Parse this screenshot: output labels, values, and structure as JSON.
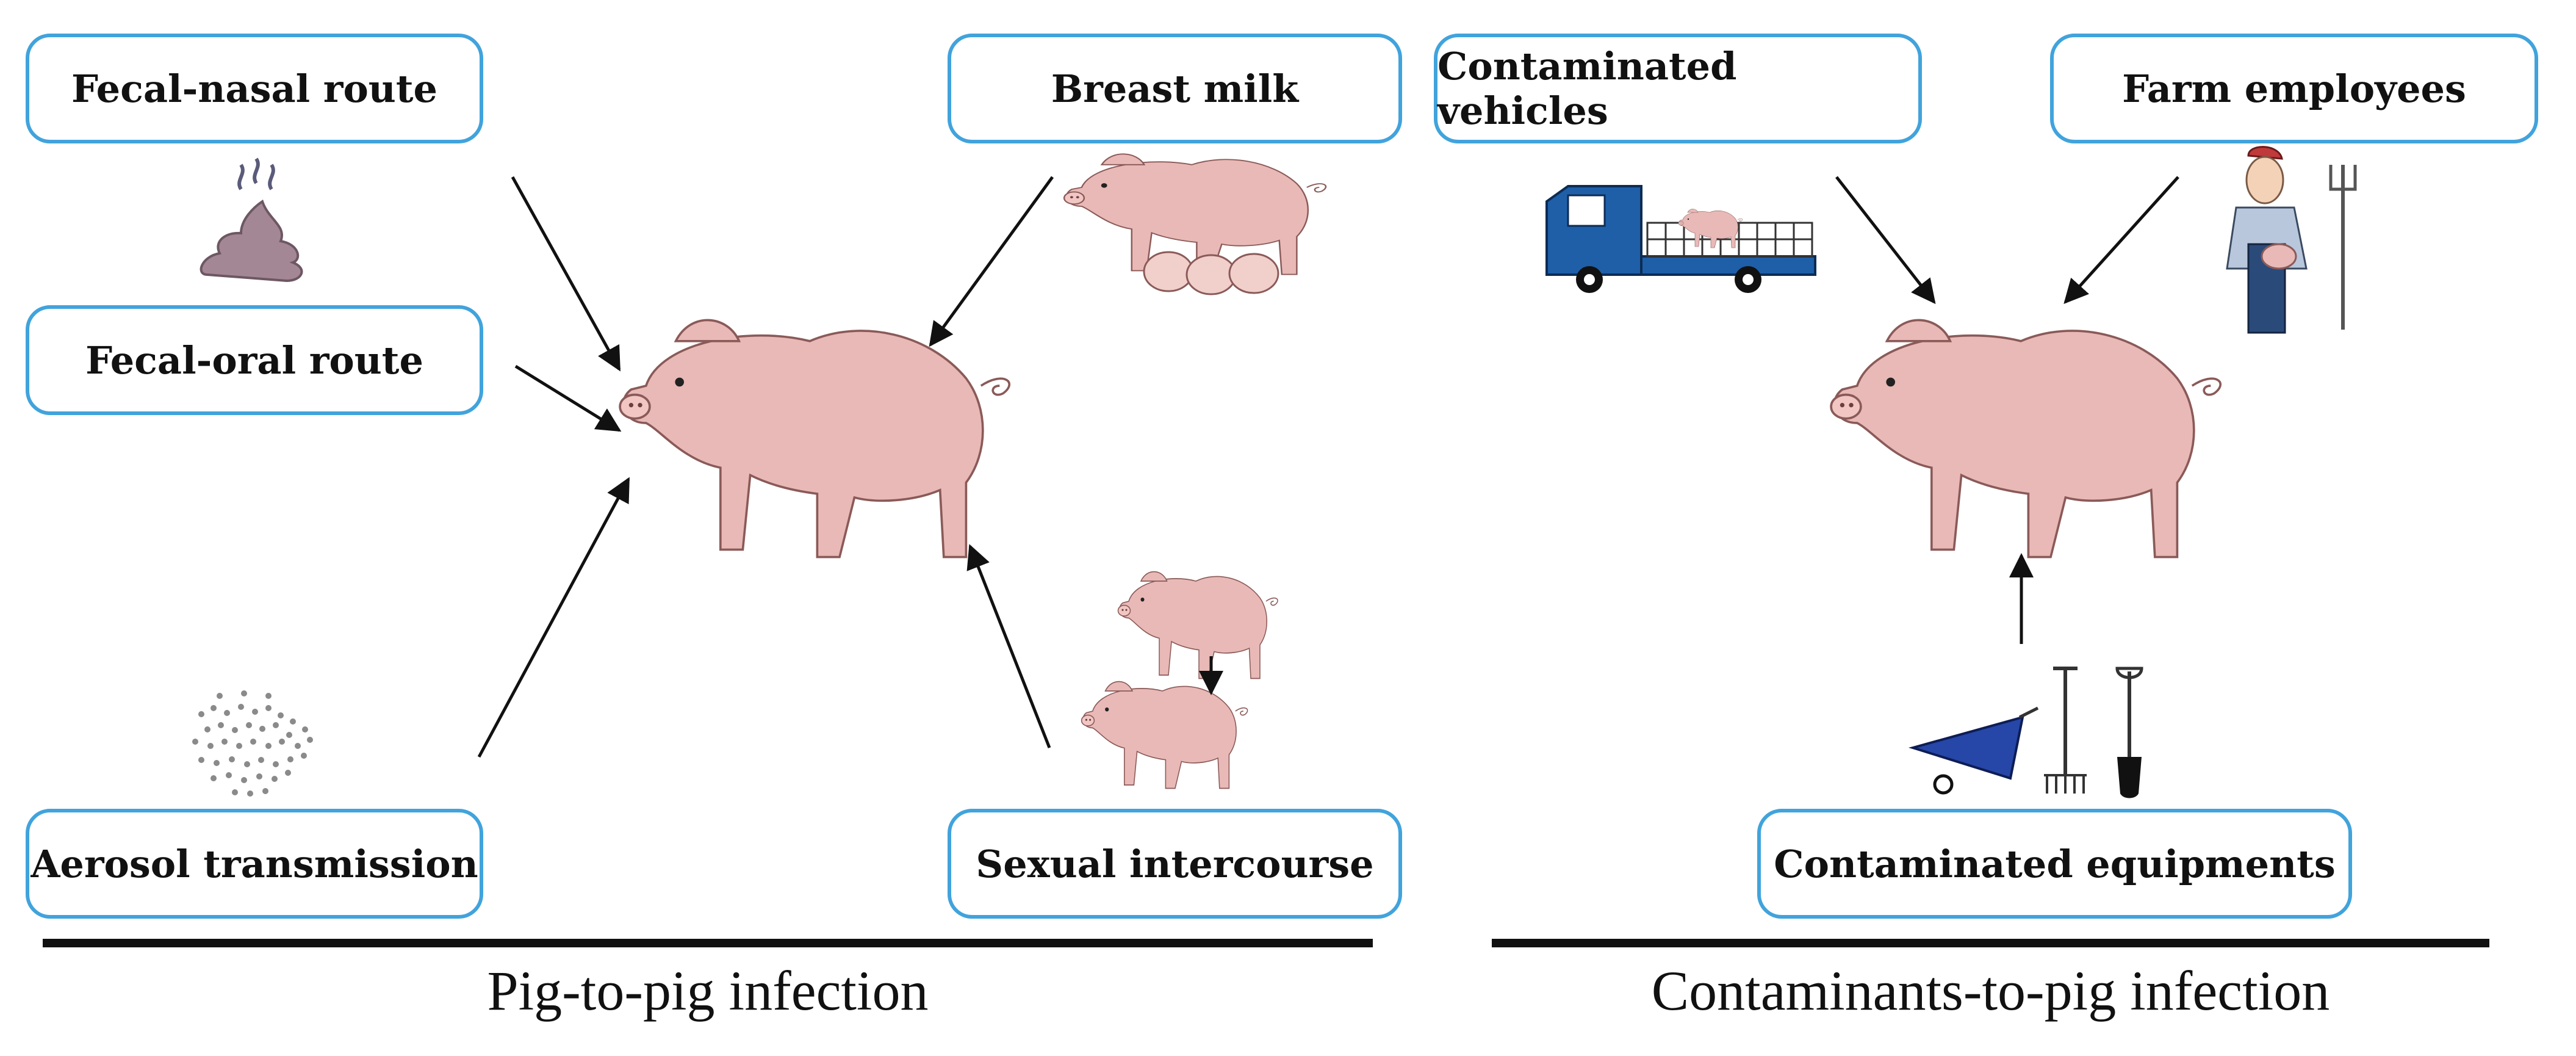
{
  "left_panel": {
    "boxes": [
      {
        "label": "Fecal-nasal route"
      },
      {
        "label": "Fecal-oral route"
      },
      {
        "label": "Aerosol transmission"
      },
      {
        "label": "Breast milk"
      },
      {
        "label": "Sexual intercourse"
      }
    ],
    "caption": "Pig-to-pig infection"
  },
  "right_panel": {
    "boxes": [
      {
        "label": "Contaminated vehicles"
      },
      {
        "label": "Farm employees"
      },
      {
        "label": "Contaminated equipments"
      }
    ],
    "caption": "Contaminants-to-pig infection"
  },
  "colors": {
    "box_border": "#41a3dc",
    "pig_fill": "#e8b9b6",
    "truck_blue": "#1e5fa8",
    "arrow": "#111111"
  }
}
